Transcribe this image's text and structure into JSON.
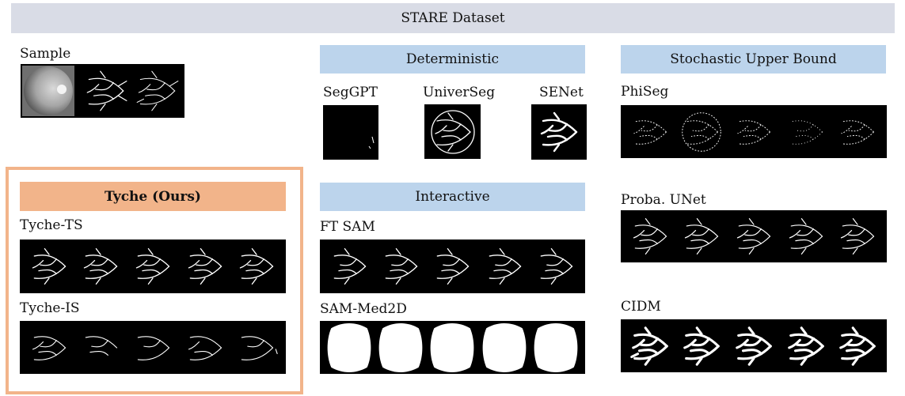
{
  "title": "STARE Dataset",
  "sample": {
    "label": "Sample"
  },
  "deterministic": {
    "header": "Deterministic",
    "methods": [
      "SegGPT",
      "UniverSeg",
      "SENet"
    ]
  },
  "stochastic": {
    "header": "Stochastic Upper Bound",
    "methods": [
      "PhiSeg",
      "Proba. UNet",
      "CIDM"
    ]
  },
  "tyche": {
    "header": "Tyche (Ours)",
    "methods": [
      "Tyche-TS",
      "Tyche-IS"
    ]
  },
  "interactive": {
    "header": "Interactive",
    "methods": [
      "FT SAM",
      "SAM-Med2D"
    ]
  },
  "colors": {
    "banner": "#d9dce6",
    "blue_header": "#bcd4ec",
    "orange_accent": "#f2b48a"
  }
}
